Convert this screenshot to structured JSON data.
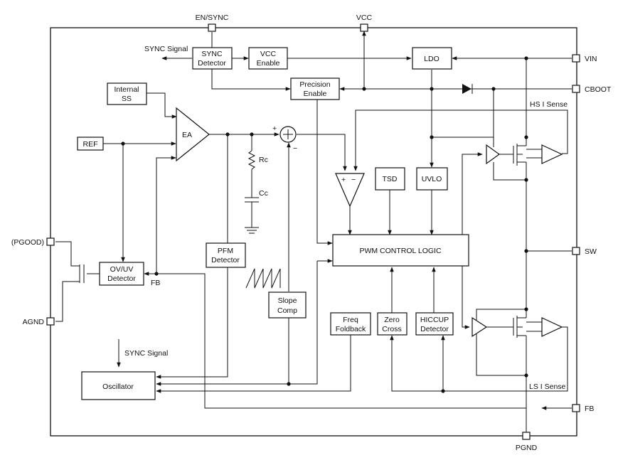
{
  "pins": {
    "en_sync": "EN/SYNC",
    "vcc": "VCC",
    "vin": "VIN",
    "cboot": "CBOOT",
    "sw": "SW",
    "fb": "FB",
    "pgnd": "PGND",
    "pgood": "(PGOOD)",
    "agnd": "AGND"
  },
  "blocks": {
    "sync_detector": [
      "SYNC",
      "Detector"
    ],
    "vcc_enable": [
      "VCC",
      "Enable"
    ],
    "ldo": "LDO",
    "precision_enable": [
      "Precision",
      "Enable"
    ],
    "internal_ss": [
      "Internal",
      "SS"
    ],
    "ref": "REF",
    "ea": "EA",
    "tsd": "TSD",
    "uvlo": "UVLO",
    "pwm_control_logic": "PWM CONTROL LOGIC",
    "ovuv_detector": [
      "OV/UV",
      "Detector"
    ],
    "pfm_detector": [
      "PFM",
      "Detector"
    ],
    "slope_comp": [
      "Slope",
      "Comp"
    ],
    "freq_foldback": [
      "Freq",
      "Foldback"
    ],
    "zero_cross": [
      "Zero",
      "Cross"
    ],
    "hiccup_detector": [
      "HICCUP",
      "Detector"
    ],
    "oscillator": "Oscillator"
  },
  "labels": {
    "sync_signal_top": "SYNC Signal",
    "sync_signal_bottom": "SYNC Signal",
    "hs_i_sense": "HS I Sense",
    "ls_i_sense": "LS I Sense",
    "rc": "Rc",
    "cc": "Cc",
    "fb_internal": "FB",
    "plus": "+",
    "minus": "−",
    "comp_plus": "+",
    "comp_minus": "−"
  }
}
